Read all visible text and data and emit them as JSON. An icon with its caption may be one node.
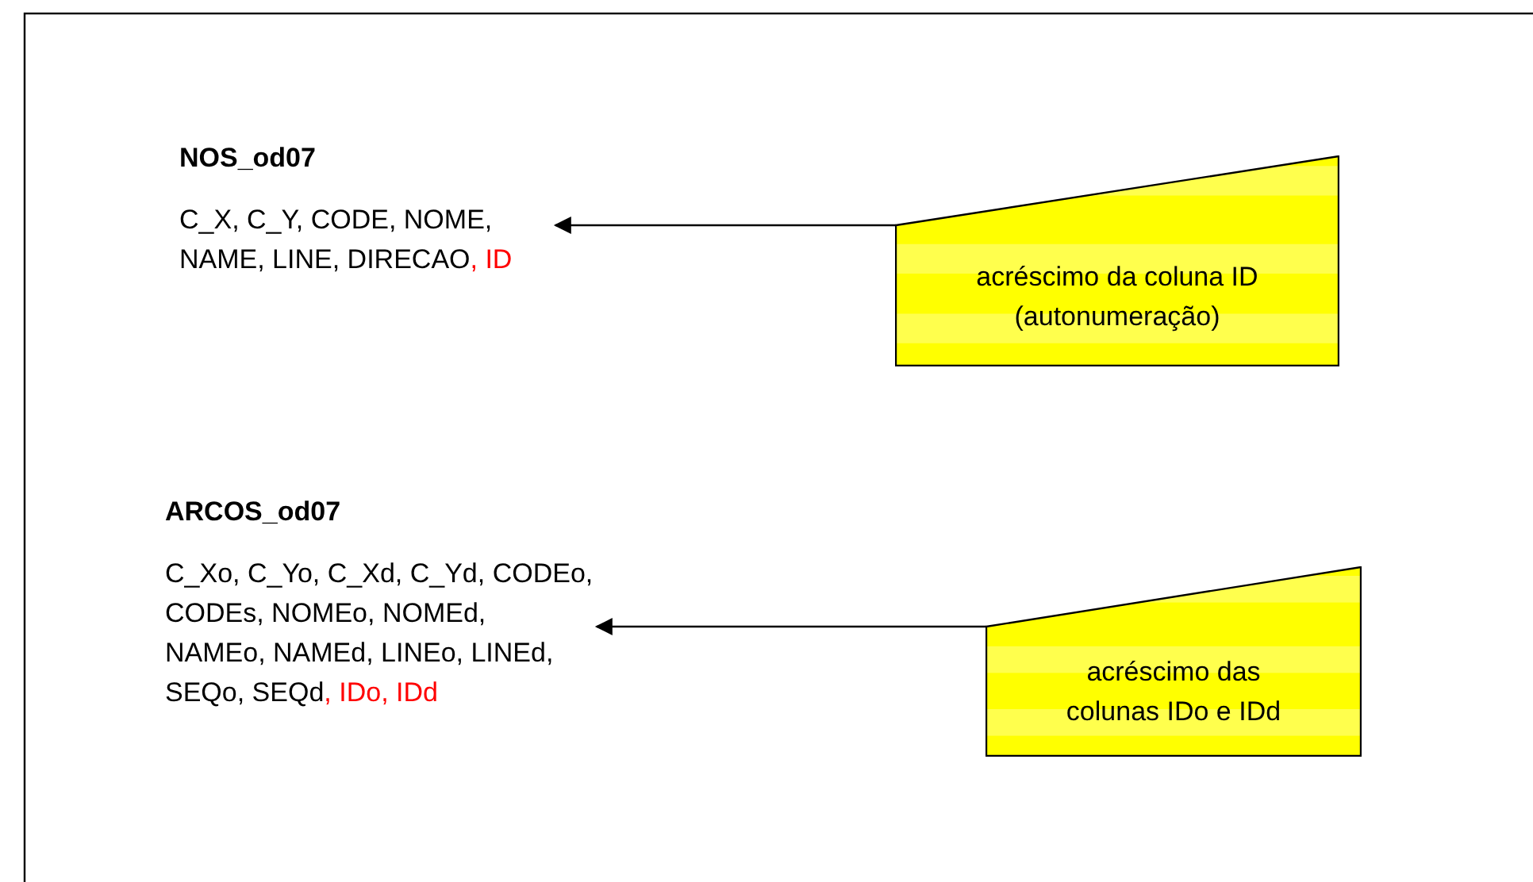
{
  "diagram": {
    "nodes": [
      {
        "text": [
          "NOS_od07",
          "C_X, C_Y, CODE, NOME, NAME, LINE, DIRECAO",
          ", ID"
        ]
      },
      {
        "text": [
          "acréscimo da coluna ID (autonumeração)"
        ]
      },
      {
        "text": [
          "ARCOS_od07",
          "C_Xo, C_Yo, C_Xd, C_Yd, CODEo, CODEs, NOMEo, NOMEd, NAMEo, NAMEd, LINEo, LINEd, SEQo, SEQd",
          ", IDo, IDd"
        ]
      },
      {
        "text": [
          "acréscimo das colunas IDo e IDd"
        ]
      }
    ],
    "edges": [
      {
        "from": 1,
        "to": 0,
        "arrow": "to"
      },
      {
        "from": 3,
        "to": 2,
        "arrow": "to"
      }
    ]
  }
}
